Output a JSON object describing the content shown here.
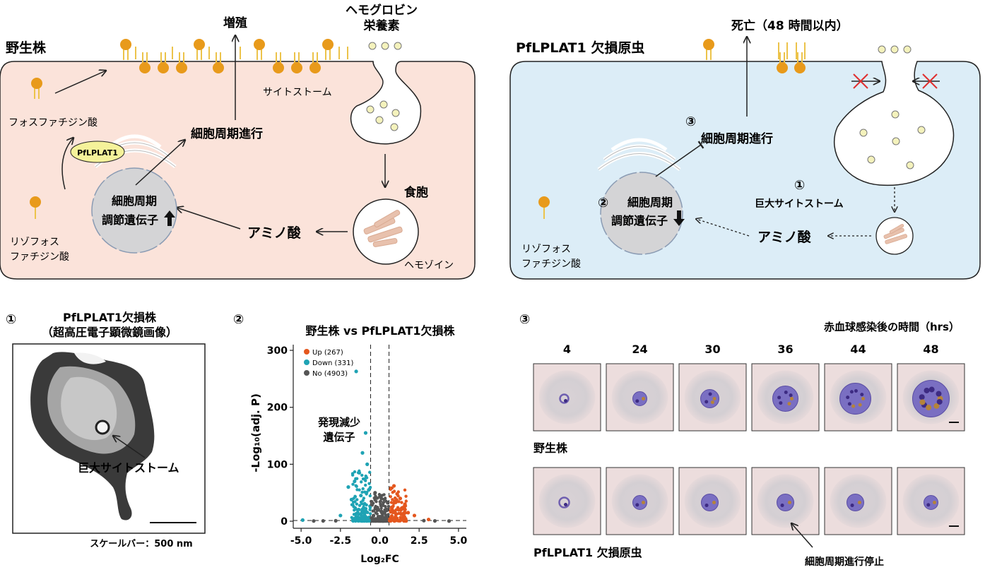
{
  "colors": {
    "wt_cell": "#fbe3da",
    "ko_cell": "#dcedf7",
    "lipid": "#e89a1b",
    "lipid_tail": "#ecc34a",
    "nutrient": "#f4f2bc",
    "nucleus": "#d4d4d6",
    "hemozoin": "#e8c1ad",
    "up": "#e4571e",
    "down": "#1fa3b4",
    "no": "#555555",
    "rbc_bg": "#ecdddd"
  },
  "wt": {
    "label": "野生株",
    "hemoglobin_label_1": "ヘモグロビン",
    "hemoglobin_label_2": "栄養素",
    "proliferation": "増殖",
    "cytostome": "サイトストーム",
    "phosphatidic_acid": "フォスファチジン酸",
    "enzyme": "PfLPLAT1",
    "lyso_1": "リゾフォス",
    "lyso_2": "ファチジン酸",
    "cell_cycle": "細胞周期進行",
    "nucleus_1": "細胞周期",
    "nucleus_2": "調節遺伝子",
    "food_vacuole": "食胞",
    "amino_acid": "アミノ酸",
    "hemozoin": "ヘモゾイン"
  },
  "ko": {
    "label": "PfLPLAT1 欠損原虫",
    "death": "死亡（48 時間以内）",
    "num3": "③",
    "cell_cycle": "細胞周期進行",
    "num2": "②",
    "nucleus_1": "細胞周期",
    "nucleus_2": "調節遺伝子",
    "num1": "①",
    "giant_cytostome": "巨大サイトストーム",
    "amino_acid": "アミノ酸",
    "lyso_1": "リゾフォス",
    "lyso_2": "ファチジン酸"
  },
  "panel1": {
    "num": "①",
    "title_1": "PfLPLAT1欠損株",
    "title_2": "（超高圧電子顕微鏡画像）",
    "annotation": "巨大サイトストーム",
    "scale": "スケールバー：500 nm"
  },
  "panel2": {
    "num": "②",
    "annotation_1": "発現減少",
    "annotation_2": "遺伝子",
    "legend": [
      {
        "label": "Up (267)",
        "color": "#e4571e"
      },
      {
        "label": "Down (331)",
        "color": "#1fa3b4"
      },
      {
        "label": "No (4903)",
        "color": "#555555"
      }
    ]
  },
  "chart_data": {
    "type": "scatter",
    "title": "野生株 vs PfLPLAT1欠損株",
    "xlabel": "Log₂FC",
    "ylabel": "-Log₁₀(adj. P)",
    "xlim": [
      -5.5,
      5.5
    ],
    "ylim": [
      0,
      310
    ],
    "xticks": [
      "-5.0",
      "-2.5",
      "0.0",
      "2.5",
      "5.0"
    ],
    "yticks": [
      "0",
      "100",
      "200",
      "300"
    ],
    "thresholds_x": [
      -0.585,
      0.585
    ],
    "threshold_y": 1.3,
    "legend_position": "top-left",
    "series": [
      {
        "name": "Up (267)",
        "x": [
          0.9,
          1.1,
          1.3,
          1.6,
          1.0,
          0.8,
          1.2,
          1.8,
          2.2,
          0.7,
          1.4,
          1.0,
          0.9,
          3.1,
          1.5
        ],
        "y": [
          62,
          48,
          40,
          30,
          35,
          25,
          20,
          15,
          10,
          18,
          12,
          8,
          5,
          3,
          22
        ]
      },
      {
        "name": "Down (331)",
        "x": [
          -1.5,
          -0.9,
          -1.1,
          -0.8,
          -1.3,
          -1.6,
          -2.0,
          -0.7,
          -1.2,
          -1.8,
          -1.0,
          -0.9,
          -2.5,
          -4.9,
          -1.4,
          -1.1,
          -0.8
        ],
        "y": [
          263,
          155,
          120,
          100,
          85,
          70,
          60,
          55,
          45,
          38,
          30,
          22,
          10,
          2,
          15,
          8,
          5
        ]
      },
      {
        "name": "No (4903)",
        "x": [
          -0.3,
          0.1,
          0.2,
          -0.1,
          0.3,
          -0.4,
          0.4,
          0.0,
          -0.2,
          0.2,
          2.8,
          3.5,
          -2.8,
          -3.6,
          4.4,
          -4.2
        ],
        "y": [
          50,
          40,
          28,
          20,
          15,
          10,
          6,
          3,
          2,
          1,
          1,
          0.5,
          0.8,
          0.5,
          0.3,
          0.4
        ]
      }
    ]
  },
  "panel3": {
    "num": "③",
    "axis_title": "赤血球感染後の時間（hrs）",
    "hours": [
      "4",
      "24",
      "30",
      "36",
      "44",
      "48"
    ],
    "wt_row_label": "野生株",
    "ko_row_label": "PfLPLAT1 欠損原虫",
    "annotation": "細胞周期進行停止"
  }
}
